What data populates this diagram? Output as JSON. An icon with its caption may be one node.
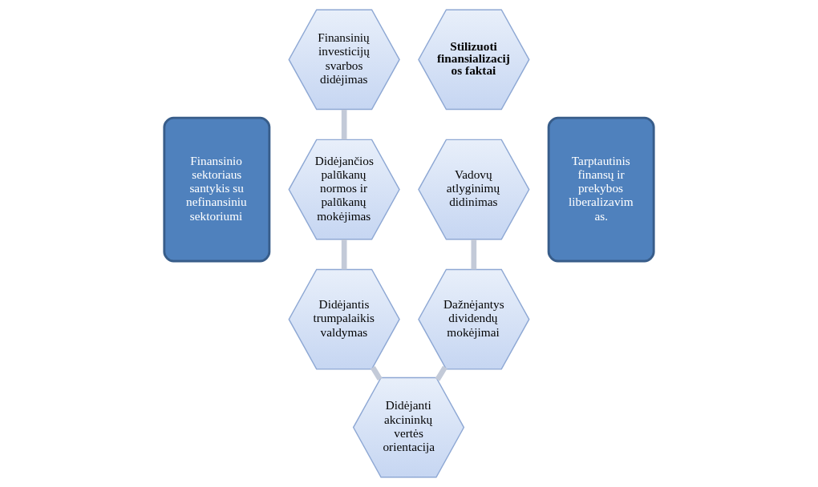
{
  "diagram": {
    "nodes": [
      {
        "text": [
          "Finansinio sektoriaus santykis su nefinansiniu sektoriumi"
        ]
      },
      {
        "text": [
          "Finansinių investicijų svarbos didėjimas"
        ]
      },
      {
        "text": [
          "Vadovų atlyginimų didinimas"
        ]
      },
      {
        "text": [
          "Didėjančios palūkanų normos ir palūkanų mokėjimas"
        ]
      },
      {
        "text": [
          "Stilizuoti finansializacij os faktai"
        ]
      },
      {
        "text": [
          "Tarptautinis finansų ir prekybos liberalizavim as."
        ]
      },
      {
        "text": [
          "Dažnėjantys dividendų mokėjimai"
        ]
      },
      {
        "text": [
          "Didėjantis trumpalaikis valdymas"
        ]
      },
      {
        "text": [
          "Didėjanti akcininkų vertės orientacija"
        ]
      }
    ],
    "edges": [
      {
        "from": 1,
        "to": 3,
        "arrow": "none"
      },
      {
        "from": 3,
        "to": 7,
        "arrow": "none"
      },
      {
        "from": 7,
        "to": 8,
        "arrow": "none"
      },
      {
        "from": 6,
        "to": 8,
        "arrow": "none"
      },
      {
        "from": 2,
        "to": 6,
        "arrow": "none"
      }
    ]
  }
}
